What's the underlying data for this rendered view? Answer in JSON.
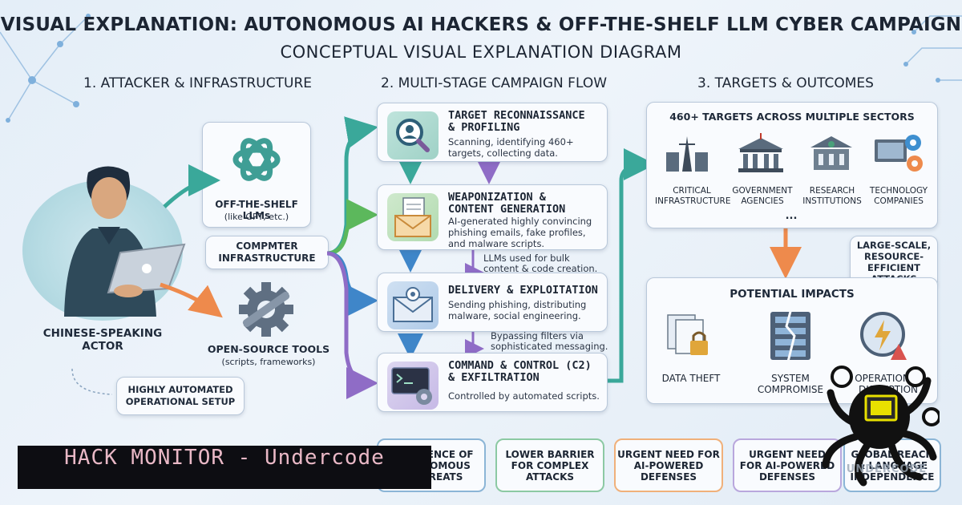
{
  "header": {
    "title": "VISUAL EXPLANATION: AUTONOMOUS AI HACKERS & OFF-THE-SHELF LLM CYBER CAMPAIGN",
    "subtitle": "CONCEPTUAL VISUAL EXPLANATION DIAGRAM"
  },
  "columns": {
    "col1": "1. ATTACKER & INFRASTRUCTURE",
    "col2": "2. MULTI-STAGE CAMPAIGN FLOW",
    "col3": "3. TARGETS & OUTCOMES"
  },
  "attacker": {
    "actor_label": "CHINESE-SPEAKING\nACTOR",
    "llm_title": "OFF-THE-SHELF LLMs",
    "llm_sub": "(like GPT, etc.)",
    "infra_label": "COMPMTER\nINFRASTRUCTURE",
    "tools_title": "OPEN-SOURCE TOOLS",
    "tools_sub": "(scripts, frameworks)",
    "automation_label": "HIGHLY AUTOMATED\nOPERATIONAL SETUP"
  },
  "stages": [
    {
      "title": "TARGET RECONNAISSANCE\n& PROFILING",
      "desc": "Scanning, identifying 460+\ntargets, collecting data."
    },
    {
      "title": "WEAPONIZATION &\nCONTENT GENERATION",
      "desc": "AI-generated highly convincing\nphishing emails, fake profiles,\nand malware scripts."
    },
    {
      "title": "DELIVERY & EXPLOITATION",
      "desc": "Sending phishing, distributing\nmalware, social engineering."
    },
    {
      "title": "COMMAND & CONTROL (C2)\n& EXFILTRATION",
      "desc": "Controlled by automated scripts."
    }
  ],
  "flow_notes": {
    "llm_note": "LLMs used for bulk\ncontent & code creation.",
    "filter_note": "Bypassing filters via\nsophisticated messaging."
  },
  "targets": {
    "heading": "460+ TARGETS ACROSS MULTIPLE SECTORS",
    "sectors": [
      "CRITICAL\nINFRASTRUCTURE",
      "GOVERNMENT\nAGENCIES",
      "RESEARCH\nINSTITUTIONS",
      "TECHNOLOGY\nCOMPANIES"
    ],
    "ellipsis": "..."
  },
  "scale_label": "LARGE-SCALE,\nRESOURCE-\nEFFICIENT\nATTACKS",
  "impacts": {
    "heading": "POTENTIAL IMPACTS",
    "items": [
      "DATA THEFT",
      "SYSTEM\nCOMPROMISE",
      "OPERATIONAL\nDISRUPTION"
    ]
  },
  "bottom_cards": [
    "EMERGENCE OF\nAUTONOMOUS\nAI THREATS",
    "LOWER BARRIER\nFOR COMPLEX\nATTACKS",
    "URGENT NEED FOR\nAI-POWERED\nDEFENSES",
    "URGENT NEED\nFOR AI-POWERED\nDEFENSES",
    "GLOBAL REACH\n& LANGUAGE\nINDEPENDENCE"
  ],
  "banner": {
    "text": "HACK MONITOR - Undercode"
  },
  "logo": {
    "text": "UNDERCODE"
  },
  "colors": {
    "teal": "#3aa89a",
    "blue": "#3f86c9",
    "purple": "#8f6cc6",
    "orange": "#ee8a4c",
    "green": "#5cb85c"
  }
}
